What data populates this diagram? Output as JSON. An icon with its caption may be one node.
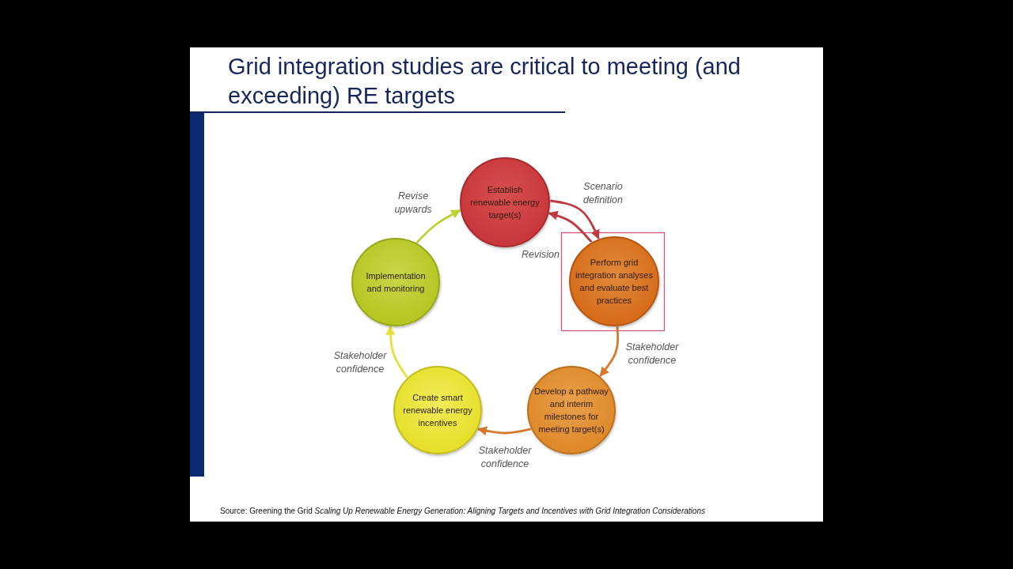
{
  "diagram": {
    "title": "Grid integration studies are critical to meeting (and exceeding) RE targets",
    "caption": "Source: Greening the Grid *Scaling Up Renewable Energy Generation: Aligning Targets and Incentives with Grid Integration Considerations*",
    "nodes": [
      {
        "text": [
          "Establish renewable energy target(s)"
        ]
      },
      {
        "text": [
          "Perform grid integration analyses and evaluate best practices"
        ]
      },
      {
        "text": [
          "Develop a pathway and interim milestones for meeting target(s)"
        ]
      },
      {
        "text": [
          "Create smart renewable energy incentives"
        ]
      },
      {
        "text": [
          "Implementation and monitoring"
        ]
      }
    ],
    "edges": [
      {
        "from": 0,
        "to": 1,
        "arrow": "to",
        "label": "Scenario definition",
        "color": "#c0393f"
      },
      {
        "from": 1,
        "to": 0,
        "arrow": "to",
        "label": "Revision",
        "color": "#c0393f"
      },
      {
        "from": 1,
        "to": 2,
        "arrow": "to",
        "label": "Stakeholder confidence",
        "color": "#d7782a"
      },
      {
        "from": 2,
        "to": 3,
        "arrow": "to",
        "label": "Stakeholder confidence",
        "color": "#d7782a"
      },
      {
        "from": 3,
        "to": 4,
        "arrow": "to",
        "label": "Stakeholder confidence",
        "color": "#e6e03a"
      },
      {
        "from": 4,
        "to": 0,
        "arrow": "to",
        "label": "Revise upwards",
        "color": "#bfd033"
      }
    ]
  }
}
